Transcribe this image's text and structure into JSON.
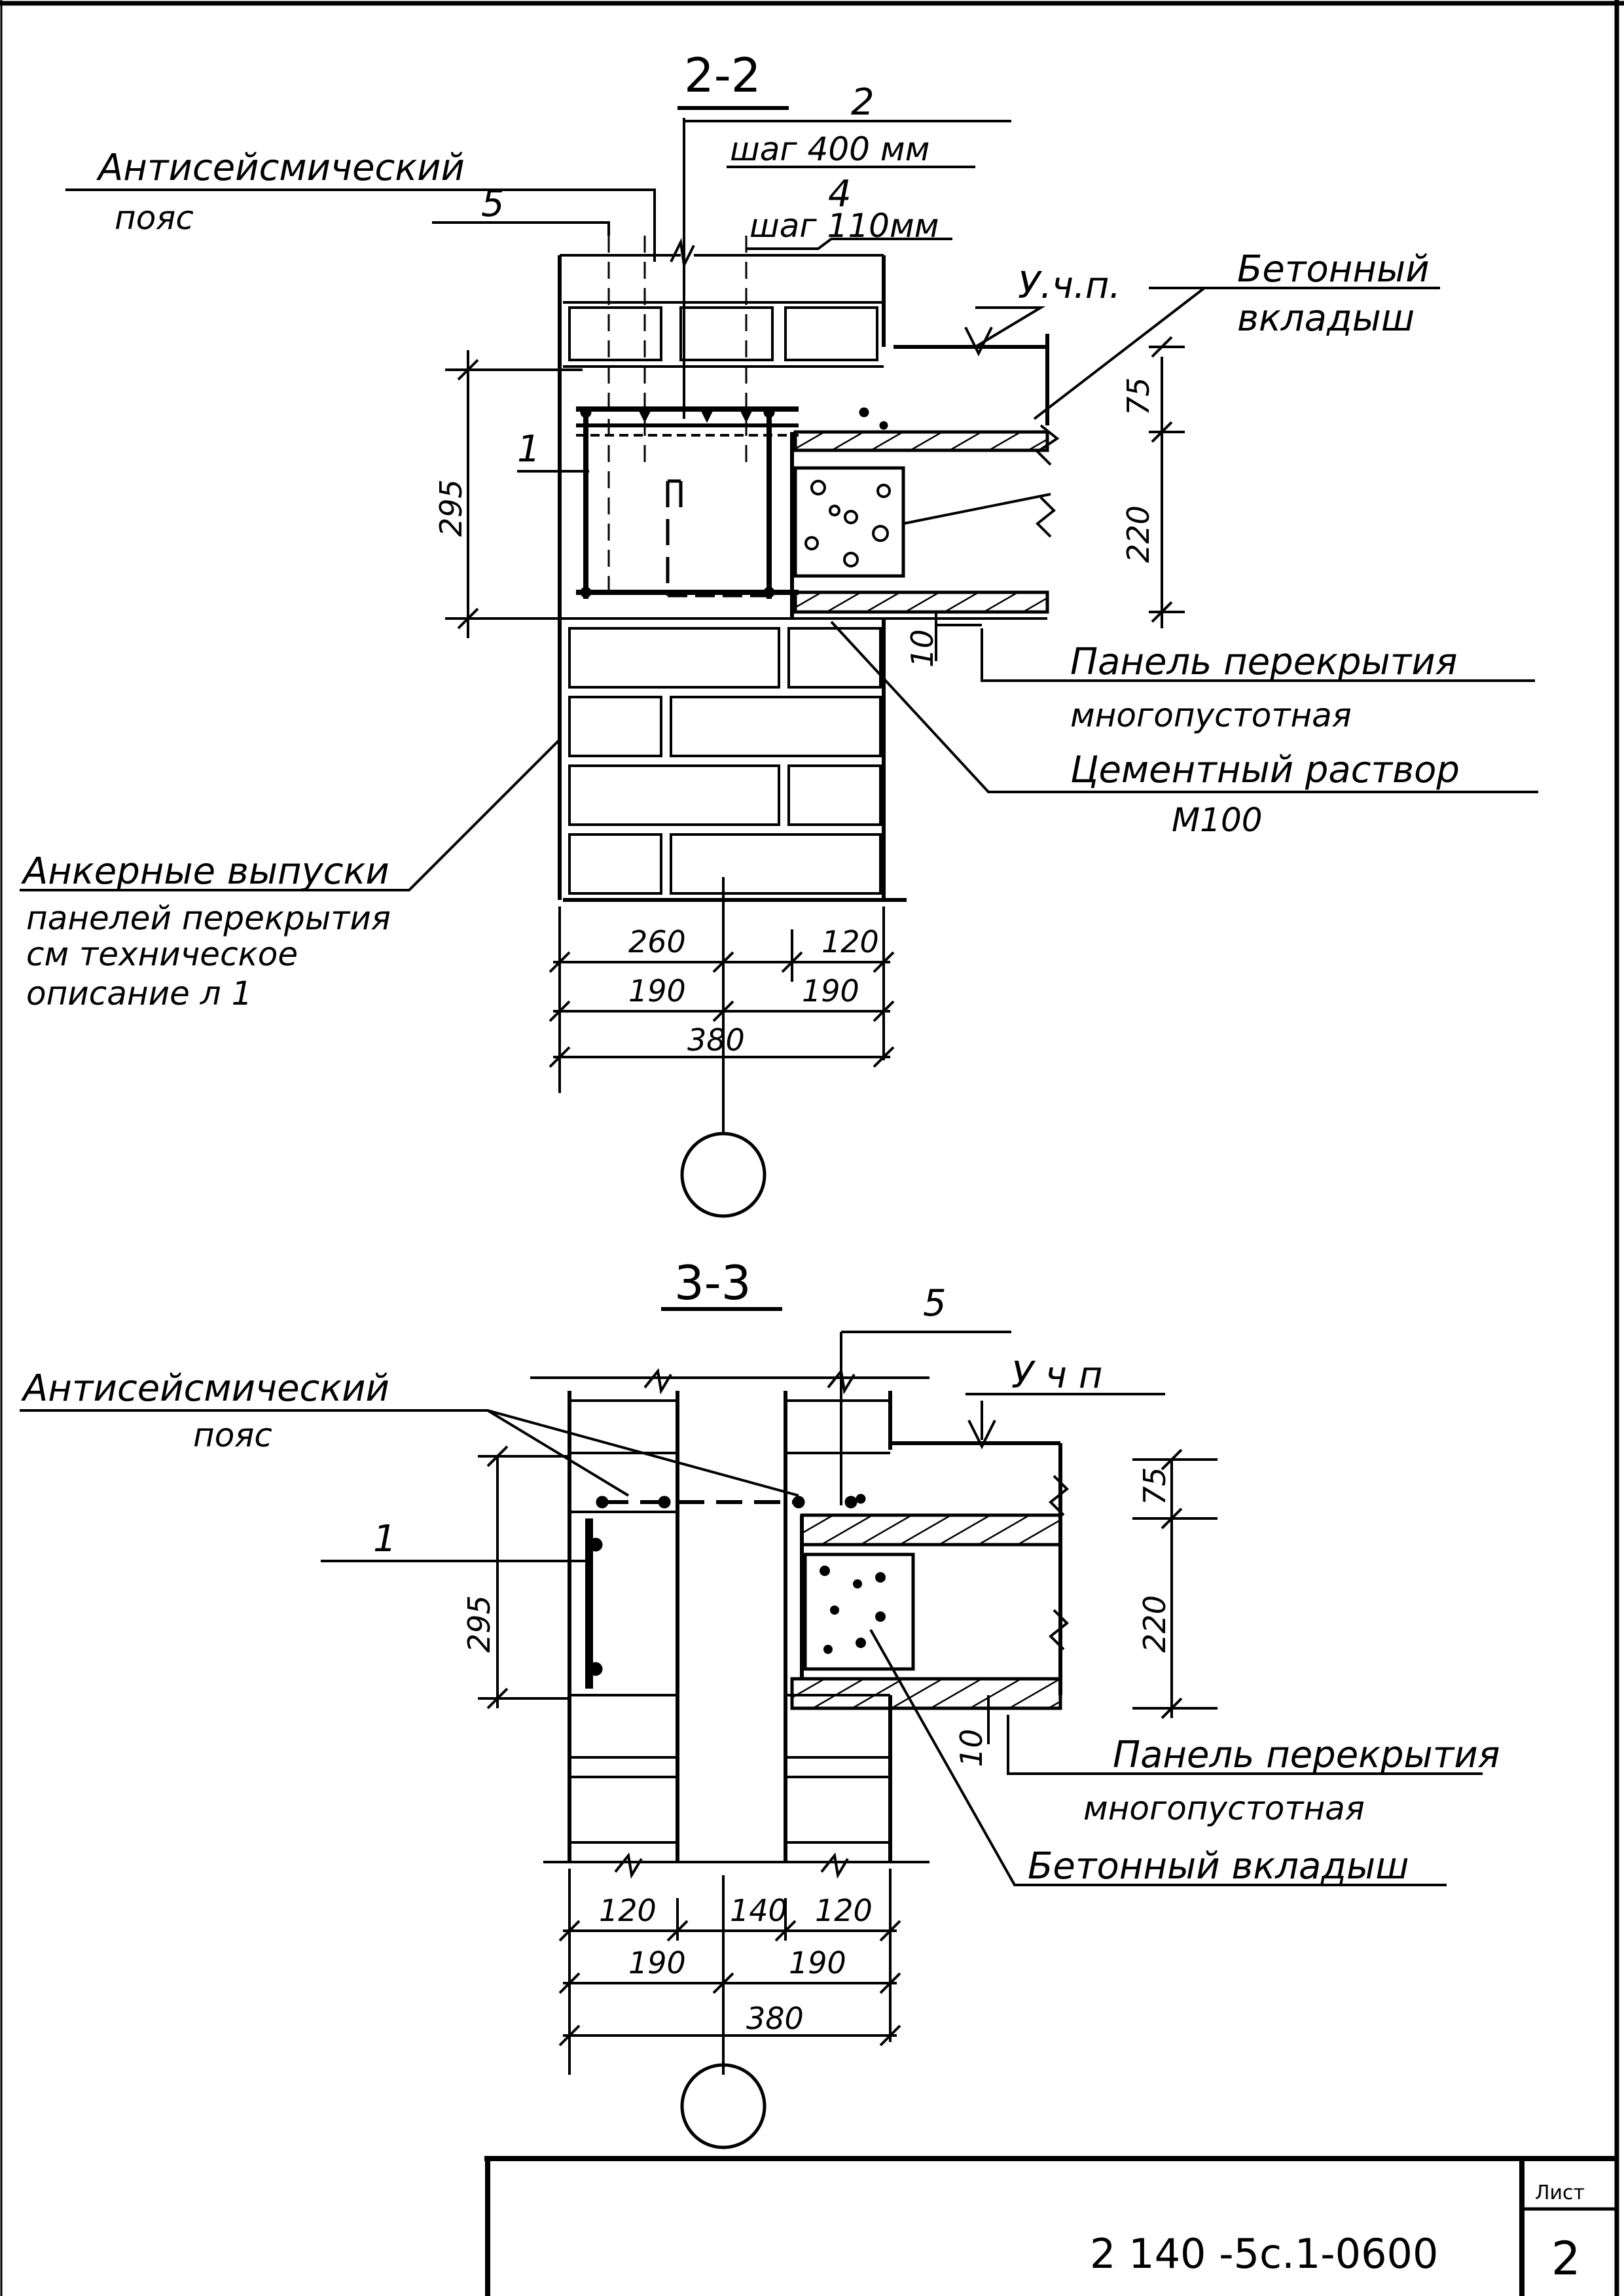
{
  "section_2_2": {
    "title": "2-2",
    "callout_2": "2",
    "callout_2_note": "шаг 400 мм",
    "callout_4": "4",
    "callout_4_note": "шаг 110мм",
    "belt_label_1": "Антисейсмический",
    "belt_label_2": "пояс",
    "callout_5": "5",
    "callout_1": "1",
    "floor_level": "У.ч.п.",
    "concrete_insert_1": "Бетонный",
    "concrete_insert_2": "вкладыш",
    "dim_75": "75",
    "dim_220": "220",
    "dim_295": "295",
    "dim_10": "10",
    "panel_label_1": "Панель перекрытия",
    "panel_label_2": "многопустотная",
    "mortar_label_1": "Цементный раствор",
    "mortar_label_2": "М100",
    "anchor_label_1": "Анкерные выпуски",
    "anchor_label_2": "панелей перекрытия",
    "anchor_label_3": "см техническое",
    "anchor_label_4": "описание   л 1",
    "dim_260": "260",
    "dim_120": "120",
    "dim_190_left": "190",
    "dim_190_right": "190",
    "dim_380": "380"
  },
  "section_3_3": {
    "title": "3-3",
    "callout_5": "5",
    "floor_level": "У ч п",
    "belt_label_1": "Антисейсмический",
    "belt_label_2": "пояс",
    "callout_1": "1",
    "dim_75": "75",
    "dim_220": "220",
    "dim_295": "295",
    "dim_10": "10",
    "panel_label_1": "Панель перекрытия",
    "panel_label_2": "многопустотная",
    "concrete_insert": "Бетонный вкладыш",
    "dim_120_left": "120",
    "dim_140": "140",
    "dim_120_right": "120",
    "dim_190_left": "190",
    "dim_190_right": "190",
    "dim_380": "380"
  },
  "title_block": {
    "code": "2 140 -5с.1-0600",
    "sheet_label": "Лист",
    "sheet_number": "2"
  }
}
